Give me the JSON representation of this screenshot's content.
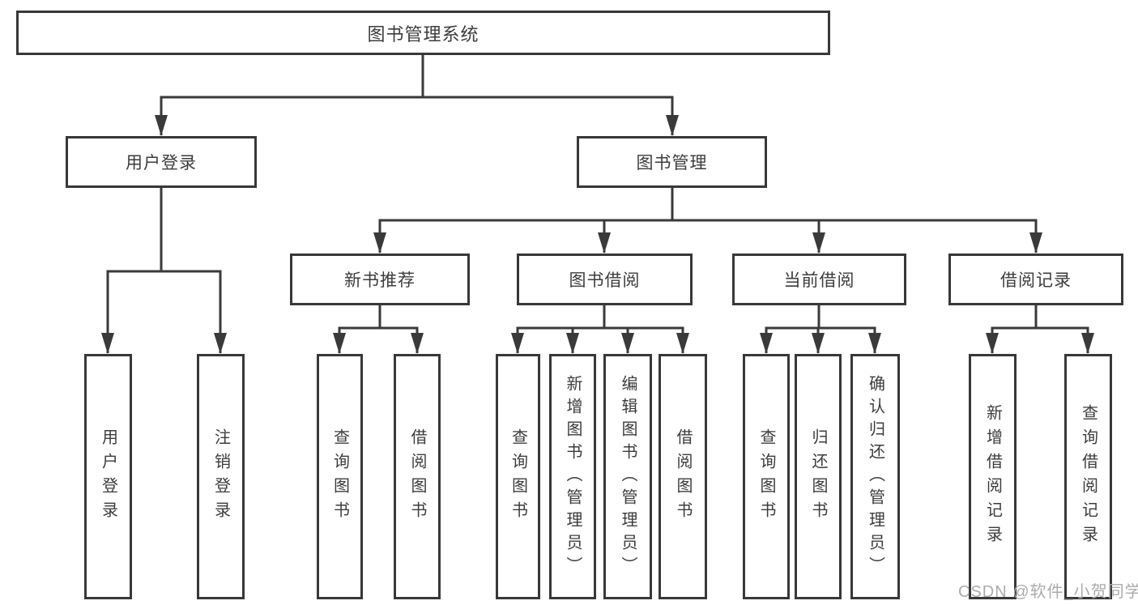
{
  "diagram_title": "图书管理系统",
  "colors": {
    "line": "#3a3a3a",
    "box_border": "#383838",
    "text": "#3c3c3c",
    "watermark": "#ababab",
    "background": "#ffffff"
  },
  "nodes": {
    "root": "图书管理系统",
    "user_login": "用户登录",
    "book_mgmt": "图书管理",
    "new_book_rec": "新书推荐",
    "book_borrow": "图书借阅",
    "current_borrow": "当前借阅",
    "borrow_record": "借阅记录",
    "login": "用户登录",
    "logout": "注销登录",
    "nb_query_book": "查询图书",
    "nb_borrow_book": "借阅图书",
    "bb_query_book": "查询图书",
    "bb_add_book": "新增图书（管理员）",
    "bb_edit_book": "编辑图书（管理员）",
    "bb_borrow_book": "借阅图书",
    "cb_query_book": "查询图书",
    "cb_return_book": "归还图书",
    "cb_confirm_return": "确认归还（管理员）",
    "br_add_record": "新增借阅记录",
    "br_query_record": "查询借阅记录"
  },
  "watermark": "CSDN @软件_小贺同学"
}
